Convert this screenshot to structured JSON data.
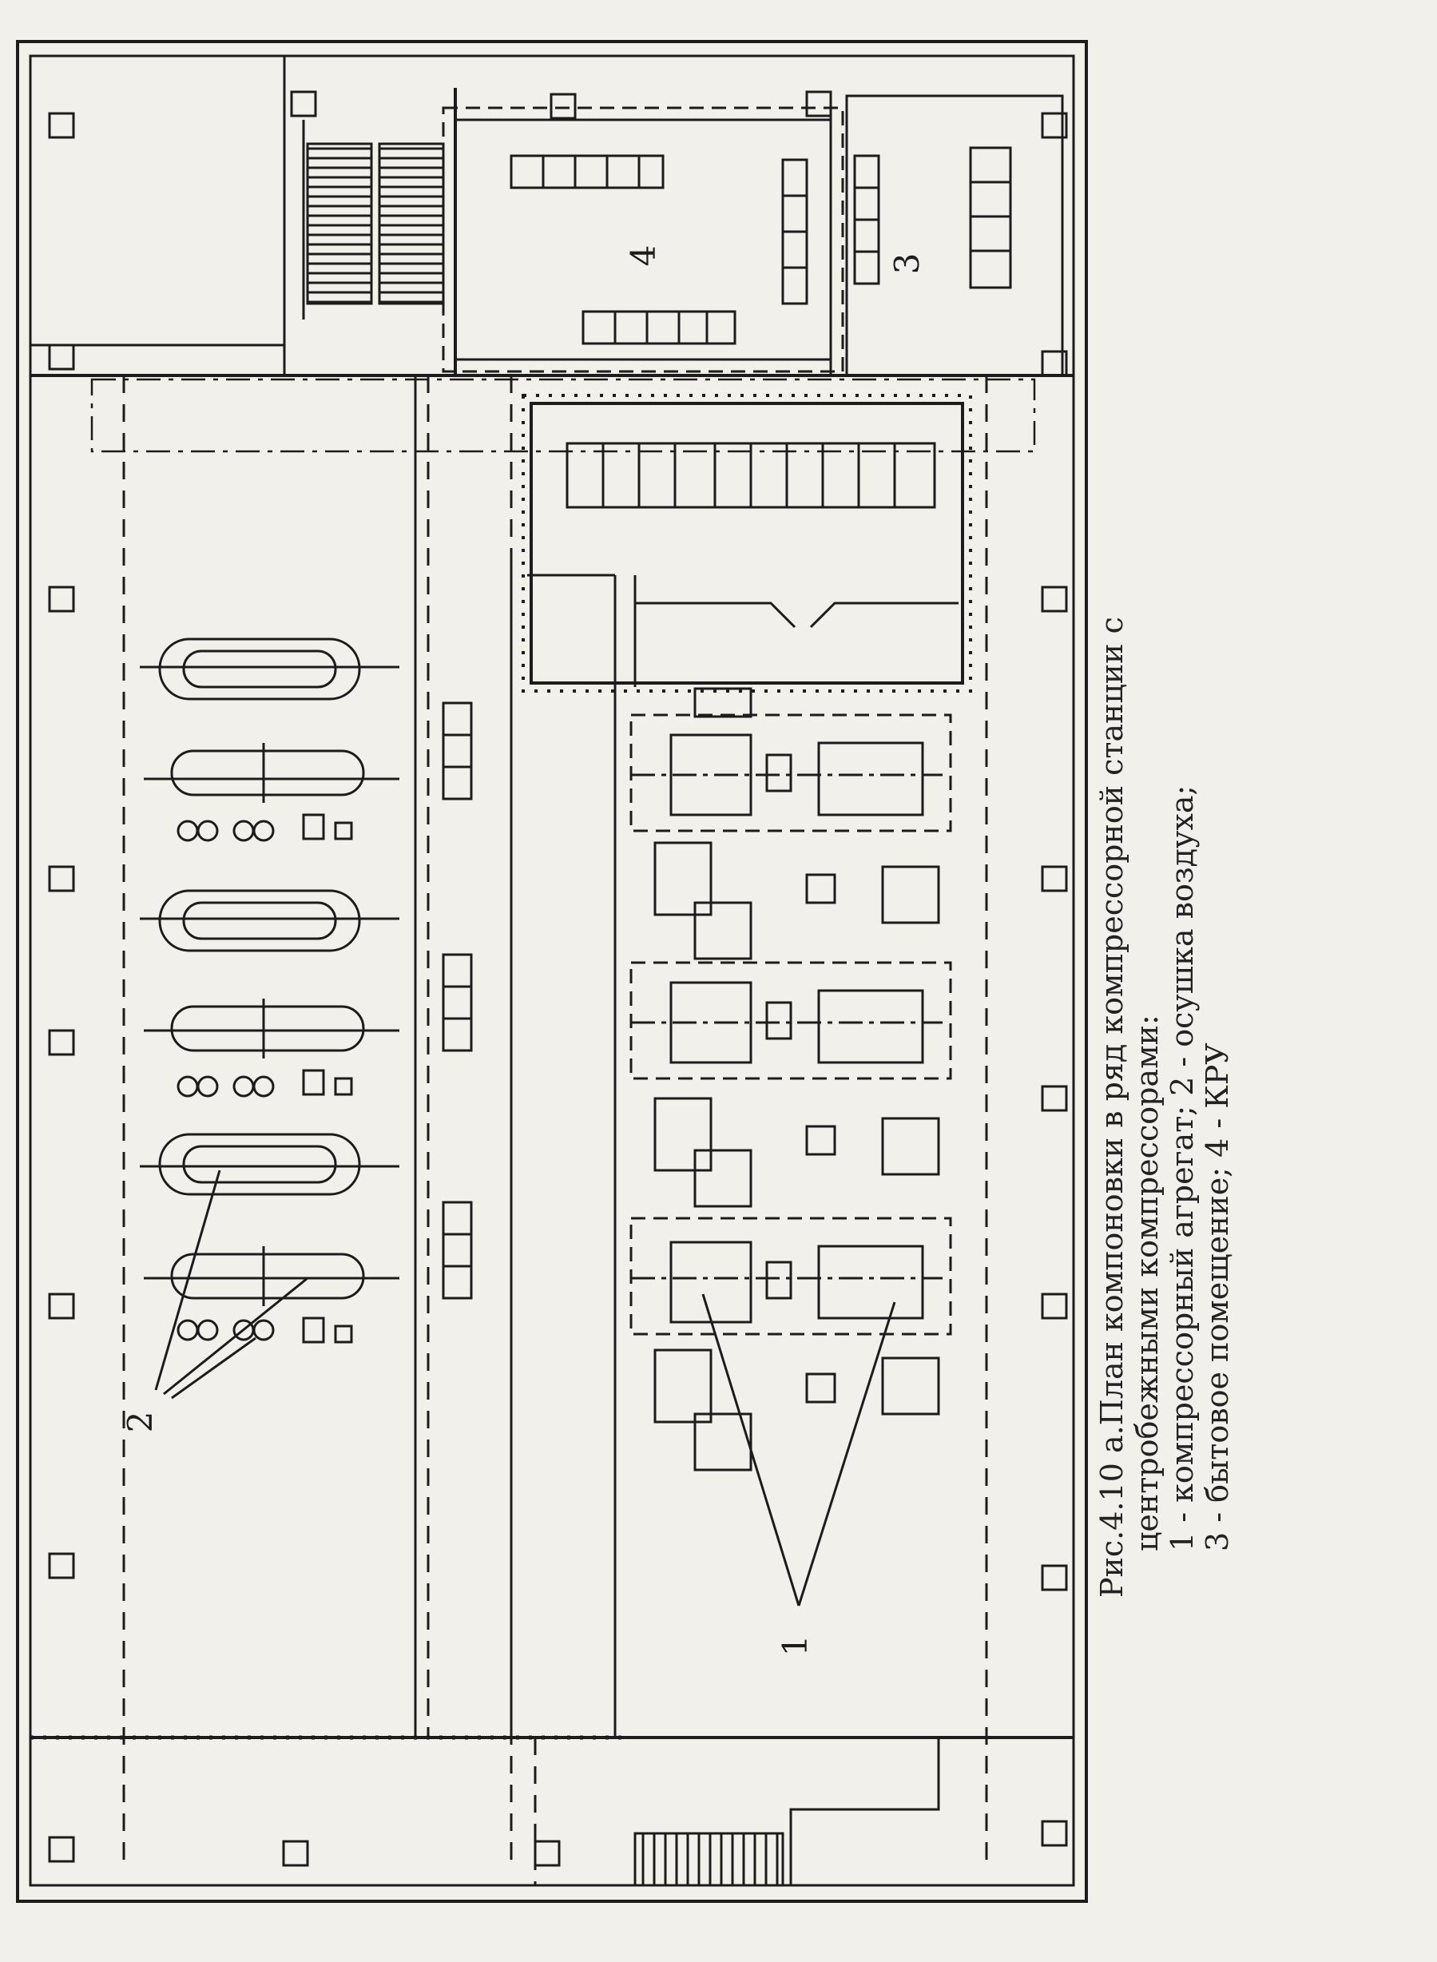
{
  "figure": {
    "rooms": [
      {
        "id": "4",
        "label": "4"
      },
      {
        "id": "3",
        "label": "3"
      }
    ],
    "callouts": [
      {
        "id": "1",
        "label": "1"
      },
      {
        "id": "2",
        "label": "2"
      }
    ]
  },
  "caption": {
    "title_line1": "Рис.4.10 а.План компоновки в ряд компрессорной станции с",
    "title_line2": "центробежными компрессорами:",
    "legend_line1": "1 - компрессорный агрегат; 2 - осушка воздуха;",
    "legend_line2": "3 - бытовое помещение; 4 - КРУ"
  },
  "style": {
    "ink": "#1c1c1c",
    "paper": "#f2f0ea"
  }
}
